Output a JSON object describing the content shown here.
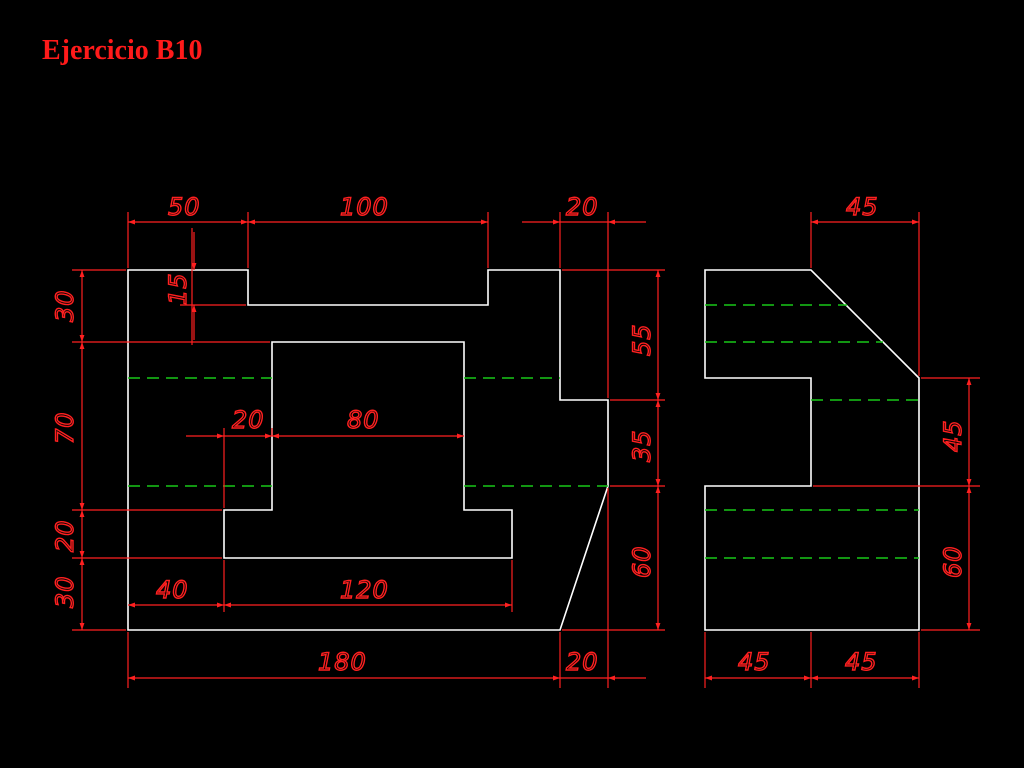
{
  "title": "Ejercicio B10",
  "colors": {
    "background": "#000000",
    "object_line": "#ffffff",
    "dimension": "#ff2020",
    "hidden_line": "#19c819",
    "title": "#ff1a1a"
  },
  "dimensions": {
    "top_50": "50",
    "top_100": "100",
    "top_20": "20",
    "left_30_top": "30",
    "left_15": "15",
    "left_70": "70",
    "left_20": "20",
    "left_30_bottom": "30",
    "inner_20": "20",
    "inner_80": "80",
    "bottom_40": "40",
    "bottom_120": "120",
    "bottom_180": "180",
    "bottom_20": "20",
    "right_55": "55",
    "right_35": "35",
    "right_60": "60",
    "side_top_45": "45",
    "side_right_45": "45",
    "side_right_60": "60",
    "side_bottom_45_left": "45",
    "side_bottom_45_right": "45"
  }
}
